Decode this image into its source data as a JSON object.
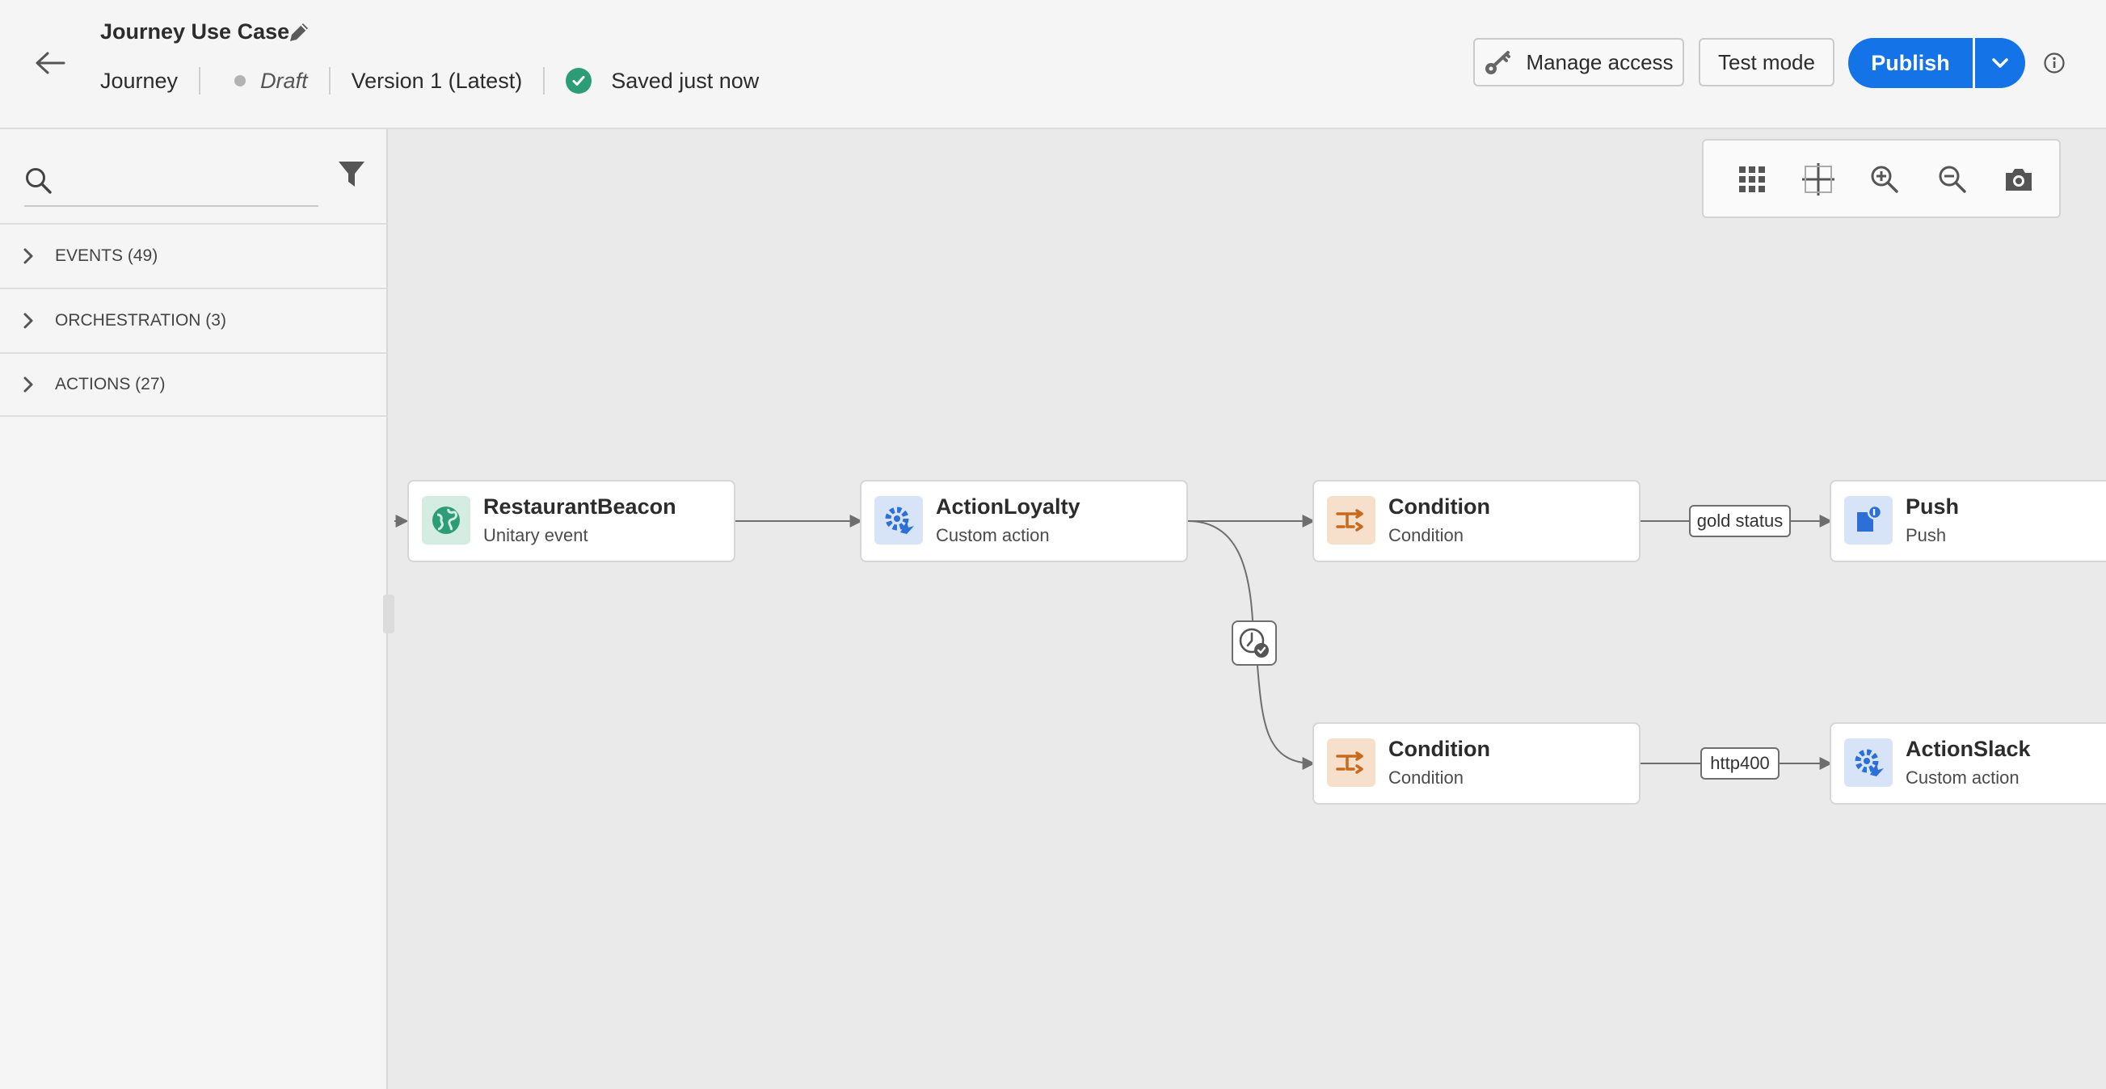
{
  "header": {
    "title": "Journey Use Case",
    "type_label": "Journey",
    "status": "Draft",
    "version": "Version 1 (Latest)",
    "saved_text": "Saved just now",
    "manage_access_label": "Manage access",
    "test_mode_label": "Test mode",
    "publish_label": "Publish"
  },
  "sidebar": {
    "search_placeholder": "",
    "categories": [
      {
        "label": "EVENTS (49)"
      },
      {
        "label": "ORCHESTRATION (3)"
      },
      {
        "label": "ACTIONS (27)"
      }
    ]
  },
  "canvas": {
    "toolbar_icons": [
      "grid-icon",
      "fit-icon",
      "zoom-in-icon",
      "zoom-out-icon",
      "camera-icon"
    ],
    "nodes": [
      {
        "title": "RestaurantBeacon",
        "subtitle": "Unitary event",
        "icon": "globe-icon"
      },
      {
        "title": "ActionLoyalty",
        "subtitle": "Custom action",
        "icon": "custom-action-icon"
      },
      {
        "title": "Condition",
        "subtitle": "Condition",
        "icon": "condition-icon"
      },
      {
        "title": "Push",
        "subtitle": "Push",
        "icon": "push-icon"
      },
      {
        "title": "Condition",
        "subtitle": "Condition",
        "icon": "condition-icon"
      },
      {
        "title": "ActionSlack",
        "subtitle": "Custom action",
        "icon": "custom-action-icon"
      }
    ],
    "edge_labels": [
      "gold status",
      "http400"
    ]
  },
  "colors": {
    "accent": "#1473e6",
    "success": "#2d9d78",
    "event_icon": "#2d9d78",
    "action_icon": "#2c6fd6",
    "condition_icon": "#c76a20"
  }
}
